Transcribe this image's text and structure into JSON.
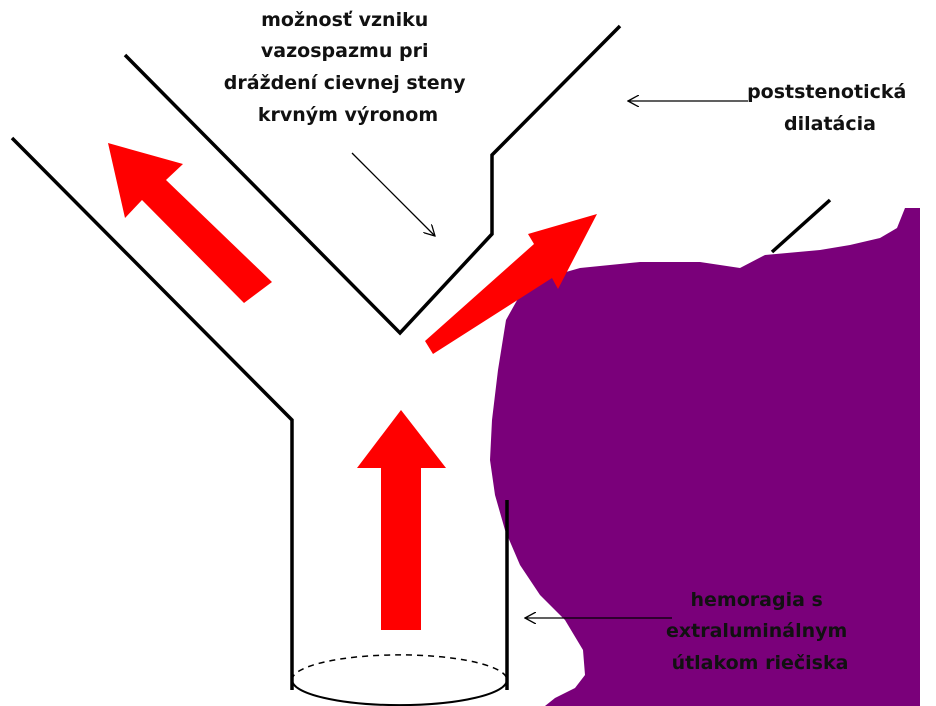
{
  "labels": {
    "vasospasm": [
      "možnosť vzniku",
      "vazospazmu pri",
      "dráždení cievnej steny",
      "krvným výronom"
    ],
    "dilatation": [
      "poststenotická",
      "dilatácia"
    ],
    "hemorrhage": [
      "hemoragia s",
      "extraluminálnym",
      "útlakom riečiska"
    ]
  },
  "colors": {
    "vessel_wall": "#000000",
    "flow_arrow": "#ff0000",
    "hematoma": "#7a007a",
    "text": "#111111"
  }
}
